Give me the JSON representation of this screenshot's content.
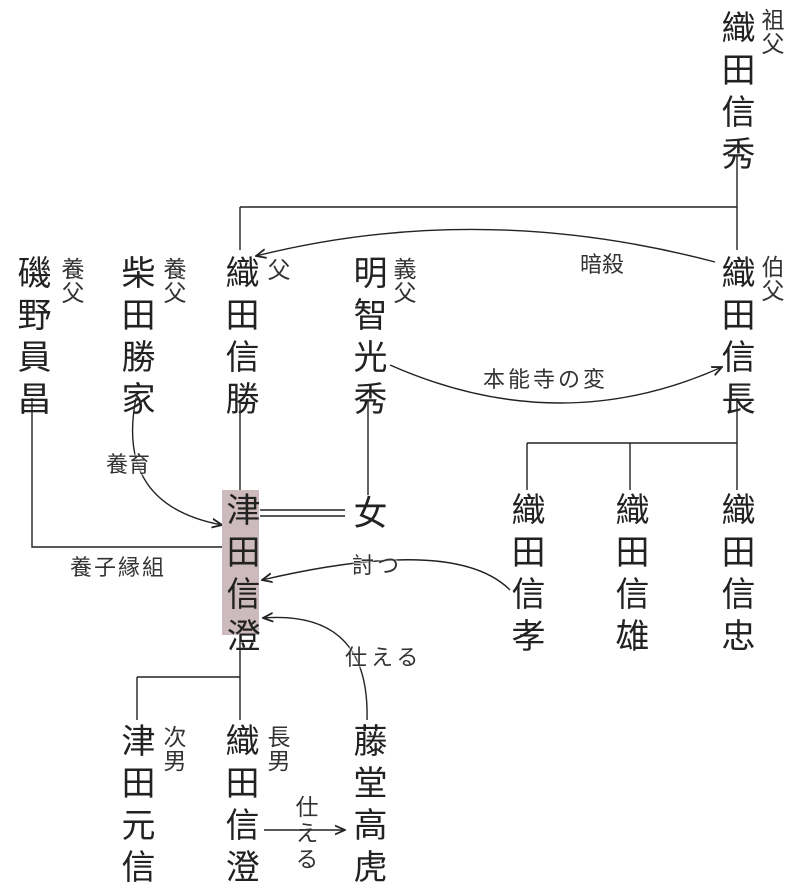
{
  "people": {
    "grandfather": {
      "name": "織田信秀",
      "role": "祖父"
    },
    "uncle": {
      "name": "織田信長",
      "role": "伯父"
    },
    "father": {
      "name": "織田信勝",
      "role": "父"
    },
    "adoptive_father_akechi": {
      "name": "明智光秀",
      "role": "義父"
    },
    "adoptive_father_shibata": {
      "name": "柴田勝家",
      "role": "養父"
    },
    "adoptive_father_isono": {
      "name": "磯野員昌",
      "role": "養父"
    },
    "subject": {
      "name": "津田信澄"
    },
    "wife": {
      "name": "女"
    },
    "nobutaka": {
      "name": "織田信孝"
    },
    "nobukatsu": {
      "name": "織田信雄"
    },
    "nobutada": {
      "name": "織田信忠"
    },
    "second_son": {
      "name": "津田元信",
      "role": "次男"
    },
    "eldest_son": {
      "name": "織田信澄",
      "role": "長男"
    },
    "todo": {
      "name": "藤堂高虎"
    }
  },
  "relations": {
    "assassination": "暗殺",
    "honnoji": "本能寺の変",
    "upbringing": "養育",
    "adoption": "養子縁組",
    "slain": "討つ",
    "serve_upper": "仕える",
    "serve_lower": "仕える"
  },
  "colors": {
    "line": "#222222",
    "highlight": "#cdbabc"
  }
}
